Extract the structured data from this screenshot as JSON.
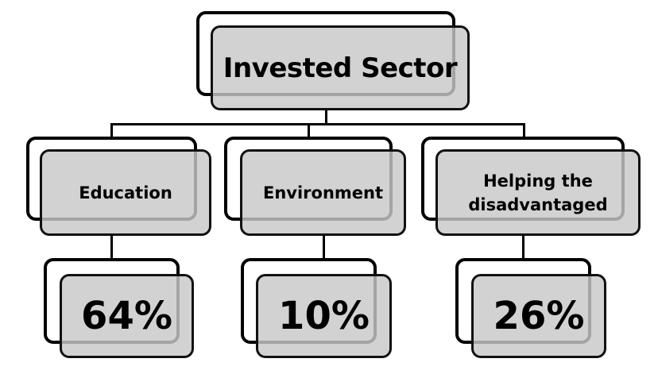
{
  "root": {
    "label": "Invested Sector"
  },
  "sectors": [
    {
      "label": "Education",
      "share": "64%"
    },
    {
      "label": "Environment",
      "share": "10%"
    },
    {
      "label": "Helping the disadvantaged",
      "share": "26%"
    }
  ]
}
